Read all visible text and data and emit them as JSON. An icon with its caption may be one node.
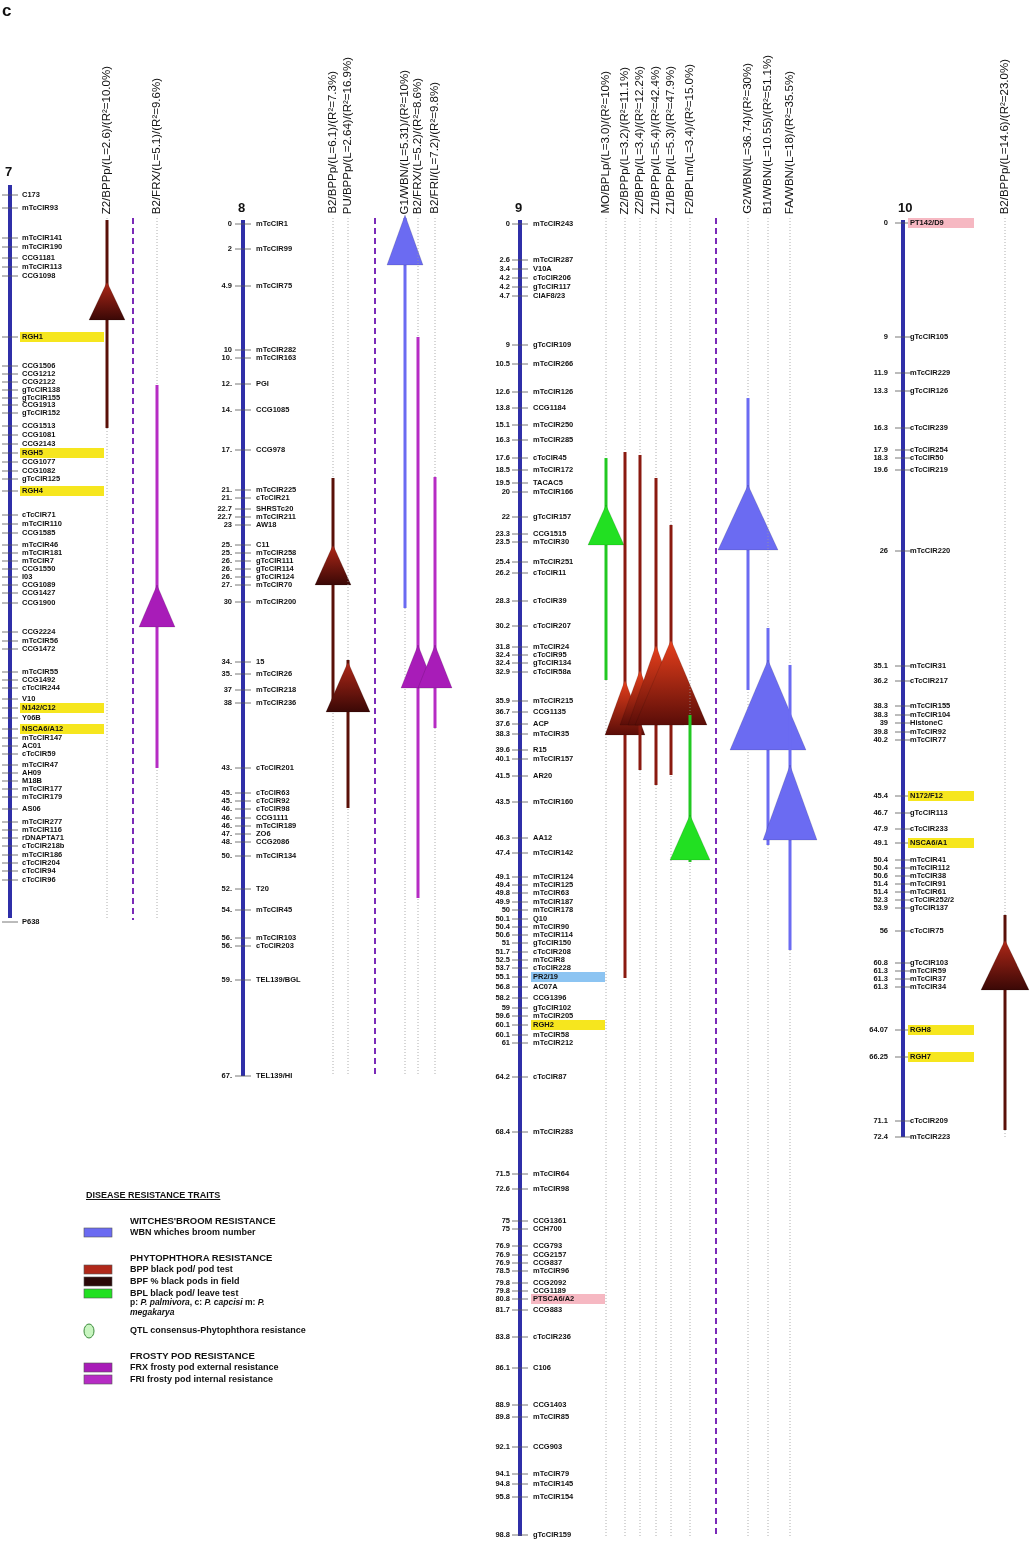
{
  "diagram": {
    "nodes": [
      {
        "text": [
          "RGH1"
        ]
      },
      {
        "text": [
          "RGH5"
        ]
      },
      {
        "text": [
          "RGH4"
        ]
      },
      {
        "text": [
          "N142/C12"
        ]
      },
      {
        "text": [
          "NSCA6/A12"
        ]
      },
      {
        "text": [
          "PR2/19"
        ]
      },
      {
        "text": [
          "RGH2"
        ]
      },
      {
        "text": [
          "PTSCA6/A2"
        ]
      },
      {
        "text": [
          "PT142/D9"
        ]
      },
      {
        "text": [
          "N172/F12"
        ]
      },
      {
        "text": [
          "NSCA6/A1"
        ]
      },
      {
        "text": [
          "RGH8"
        ]
      },
      {
        "text": [
          "RGH7"
        ]
      }
    ],
    "labels": [
      "c",
      "7",
      "C173",
      "mTcCIR93",
      "mTcCIR141",
      "mTcCIR190",
      "CCG1181",
      "mTcCIR113",
      "CCG1098",
      "CCG1506",
      "CCG1212",
      "CCG2122",
      "gTcCIR138",
      "gTcCIR155",
      "CCG1913",
      "gTcCIR152",
      "CCG1513",
      "CCG1081",
      "CCG2143",
      "CCG1077",
      "CCG1082",
      "gTcCIR125",
      "cTcCIR71",
      "mTcCIR110",
      "CCG1585",
      "mTcCIR46",
      "mTcCIR181",
      "mTcCIR7",
      "CCG1550",
      "I03",
      "CCG1089",
      "CCG1427",
      "CCG1900",
      "CCG2224",
      "mTcCIR56",
      "CCG1472",
      "mTcCIR55",
      "CCG1492",
      "cTcCIR244",
      "V10",
      "Y06B",
      "mTcCIR147",
      "AC01",
      "cTcCIR59",
      "mTcCIR47",
      "AH09",
      "M18B",
      "mTcCIR177",
      "mTcCIR179",
      "AS06",
      "mTcCIR277",
      "mTcCIR116",
      "rDNAPTA71",
      "cTcCIR218b",
      "mTcCIR186",
      "cTcCIR204",
      "cTcCIR94",
      "cTcCIR96",
      "P638",
      "Z2/BPPp/(L=2.6)/(R²=10.0%)",
      "B2/FRX/(L=5.1)/(R²=9.6%)",
      "8",
      "0",
      "mTcCIR1",
      "2",
      "mTcCIR99",
      "4.9",
      "mTcCIR75",
      "10",
      "mTcCIR282",
      "10.",
      "mTcCIR163",
      "12.",
      "PGI",
      "14.",
      "CCG1085",
      "17.",
      "CCG978",
      "21.",
      "mTcCIR225",
      "21.",
      "cTcCIR21",
      "22.7",
      "SHRSTc20",
      "22.7",
      "mTcCIR211",
      "23",
      "AW18",
      "25.",
      "C11",
      "25.",
      "mTcCIR258",
      "26.",
      "gTcCIR111",
      "26.",
      "gTcCIR114",
      "26.",
      "gTcCIR124",
      "27.",
      "mTcCIR70",
      "30",
      "mTcCIR200",
      "34.",
      "15",
      "35.",
      "mTcCIR26",
      "37",
      "mTcCIR218",
      "38",
      "mTcCIR236",
      "43.",
      "cTcCIR201",
      "45.",
      "cTcCIR63",
      "45.",
      "cTcCIR92",
      "46.",
      "cTcCIR98",
      "46.",
      "CCG1111",
      "46.",
      "mTcCIR189",
      "47.",
      "ZO6",
      "48.",
      "CCG2086",
      "50.",
      "mTcCIR134",
      "52.",
      "T20",
      "54.",
      "mTcCIR45",
      "56.",
      "mTcCIR103",
      "56.",
      "cTcCIR203",
      "59.",
      "TEL139/BGL",
      "67.",
      "TEL139/HI",
      "B2/BPPp/(L=6.1)/(R²=7.3%)",
      "PU/BPPp/(L=2.64)/(R²=16.9%)",
      "G1/WBN/(L=5.31)/(R²=10%)",
      "B2/FRX/(L=5.2)/(R²=8.6%)",
      "B2/FRI/(L=7.2)/(R²=9.8%)",
      "9",
      "0",
      "mTcCIR243",
      "2.6",
      "mTcCIR287",
      "3.4",
      "V10A",
      "4.2",
      "cTcCIR206",
      "4.2",
      "gTcCIR117",
      "4.7",
      "CIAF8/23",
      "9",
      "gTcCIR109",
      "10.5",
      "mTcCIR266",
      "12.6",
      "mTcCIR126",
      "13.8",
      "CCG1184",
      "15.1",
      "mTcCIR250",
      "16.3",
      "mTcCIR285",
      "17.6",
      "cTcCIR45",
      "18.5",
      "mTcCIR172",
      "19.5",
      "TACAC5",
      "20",
      "mTcCIR166",
      "22",
      "gTcCIR157",
      "23.3",
      "CCG1515",
      "23.5",
      "mTcCIR30",
      "25.4",
      "mTcCIR251",
      "26.2",
      "cTcCIR11",
      "28.3",
      "cTcCIR39",
      "30.2",
      "cTcCIR207",
      "31.8",
      "mTcCIR24",
      "32.4",
      "cTcCIR95",
      "32.4",
      "gTcCIR134",
      "32.9",
      "cTcCIR58a",
      "35.9",
      "mTcCIR215",
      "36.7",
      "CCG1135",
      "37.6",
      "ACP",
      "38.3",
      "mTcCIR35",
      "39.6",
      "R15",
      "40.1",
      "mTcCIR157",
      "41.5",
      "AR20",
      "43.5",
      "mTcCIR160",
      "46.3",
      "AA12",
      "47.4",
      "mTcCIR142",
      "49.1",
      "mTcCIR124",
      "49.4",
      "mTcCIR125",
      "49.8",
      "mTcCIR63",
      "49.9",
      "mTcCIR187",
      "50",
      "mTcCIR178",
      "50.1",
      "Q10",
      "50.4",
      "mTcCIR90",
      "50.6",
      "mTcCIR114",
      "51",
      "gTcCIR150",
      "51.7",
      "cTcCIR208",
      "52.5",
      "mTcCIR8",
      "53.7",
      "cTcCIR228",
      "55.1",
      "56.8",
      "AC07A",
      "58.2",
      "CCG1396",
      "59",
      "gTcCIR102",
      "59.6",
      "mTcCIR205",
      "60.1",
      "60.1",
      "mTcCIR58",
      "61",
      "mTcCIR212",
      "64.2",
      "cTcCIR87",
      "68.4",
      "mTcCIR283",
      "71.5",
      "mTcCIR64",
      "72.6",
      "mTcCIR98",
      "75",
      "CCG1361",
      "75",
      "CCH700",
      "76.9",
      "CCG793",
      "76.9",
      "CCG2157",
      "76.9",
      "CCG837",
      "78.5",
      "mTcCIR96",
      "79.8",
      "CCG2092",
      "79.8",
      "CCG1189",
      "80.8",
      "81.7",
      "CCG883",
      "83.8",
      "cTcCIR236",
      "86.1",
      "C106",
      "88.9",
      "CCG1403",
      "89.8",
      "mTcCIR85",
      "92.1",
      "CCG903",
      "94.1",
      "mTcCIR79",
      "94.8",
      "mTcCIR145",
      "95.8",
      "mTcCIR154",
      "98.8",
      "gTcCIR159",
      "MO/BPLp/(L=3.0)/(R²=10%)",
      "Z2/BPPp/(L=3.2)/(R²=11.1%)",
      "Z2/BPPp/(L=3.4)/(R²=12.2%)",
      "Z1/BPPp/(L=5.4)/(R²=42.4%)",
      "Z1/BPPp/(L=5.3)/(R²=47.9%)",
      "F2/BPLm/(L=3.4)/(R²=15.0%)",
      "G2/WBN/(L=36.74)/(R²=30%)",
      "B1/WBN/(L=10.55)/(R²=51.1%)",
      "FA/WBN/(L=18)/(R²=35.5%)",
      "10",
      "0",
      "9",
      "gTcCIR105",
      "11.9",
      "mTcCIR229",
      "13.3",
      "gTcCIR126",
      "16.3",
      "cTcCIR239",
      "17.9",
      "cTcCIR254",
      "18.3",
      "cTcCIR50",
      "19.6",
      "cTcCIR219",
      "26",
      "mTcCIR220",
      "35.1",
      "mTcCIR31",
      "36.2",
      "cTcCIR217",
      "38.3",
      "mTcCIR155",
      "38.3",
      "mTcCIR104",
      "39",
      "HistoneC",
      "39.8",
      "mTcCIR92",
      "40.2",
      "mTcCIR77",
      "45.4",
      "46.7",
      "gTcCIR113",
      "47.9",
      "cTcCIR233",
      "49.1",
      "50.4",
      "mTcCIR41",
      "50.4",
      "mTcCIR112",
      "50.6",
      "mTcCIR38",
      "51.4",
      "mTcCIR91",
      "51.4",
      "mTcCIR61",
      "52.3",
      "cTcCIR252/2",
      "53.9",
      "gTcCIR137",
      "56",
      "cTcCIR75",
      "60.8",
      "gTcCIR103",
      "61.3",
      "mTcCIR59",
      "61.3",
      "mTcCIR37",
      "61.3",
      "mTcCIR34",
      "64.07",
      "66.25",
      "71.1",
      "cTcCIR209",
      "72.4",
      "mTcCIR223",
      "B2/BPPp/(L=14.6)/(R²=23.0%)",
      "DISEASE RESISTANCE TRAITS",
      "WITCHES'BROOM RESISTANCE",
      "PHYTOPHTHORA RESISTANCE",
      "p: *P. palmivora*, c: *P. capcisi* m: *P. megakarya*",
      "FROSTY POD RESISTANCE"
    ],
    "legend": [
      {
        "text": "WBN whiches broom number",
        "color": "#6b6bf2"
      },
      {
        "text": "BPP black pod/ pod test",
        "color": "#b0281a"
      },
      {
        "text": "BPF % black pods in field",
        "color": "#2a0808"
      },
      {
        "text": "BPL black pod/ leave test",
        "color": "#22e022"
      },
      {
        "text": "QTL consensus-Phytophthora resistance"
      },
      {
        "text": "FRX frosty pod external resistance",
        "color": "#a81cb8"
      },
      {
        "text": "FRI frosty pod internal resistance",
        "color": "#b62cc4"
      }
    ]
  }
}
